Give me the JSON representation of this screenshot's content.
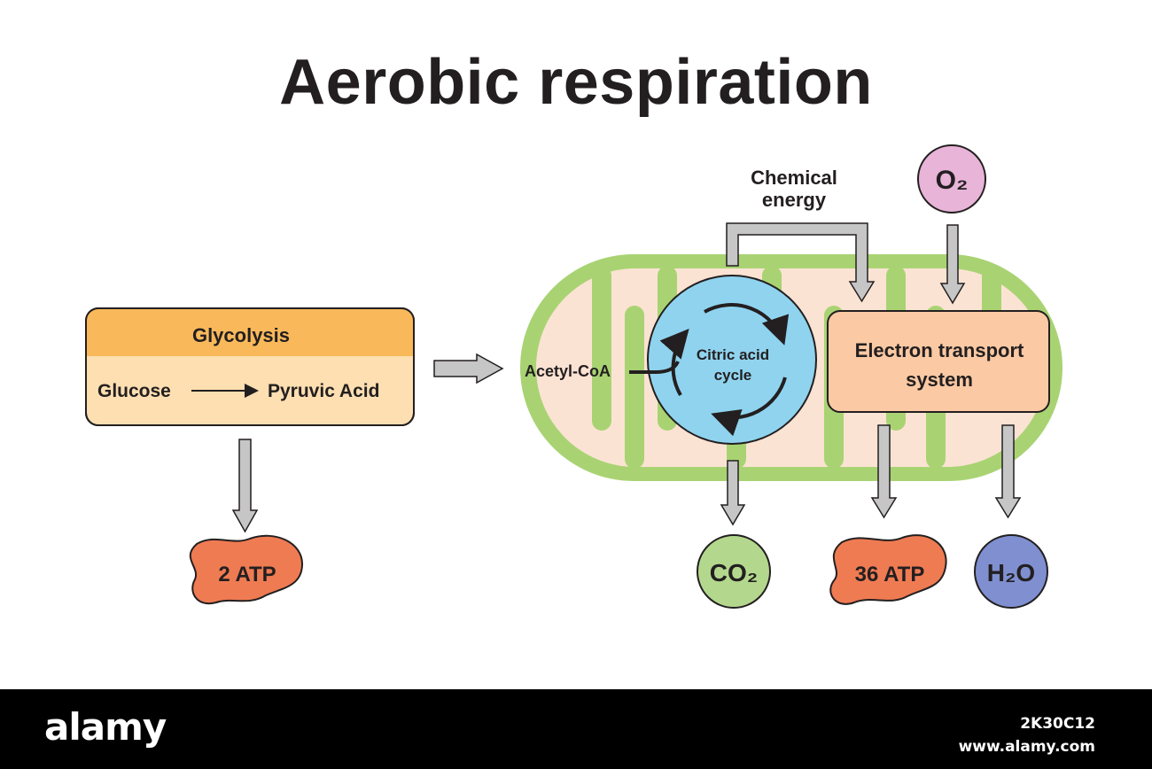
{
  "title": "Aerobic respiration",
  "glycolysis": {
    "header": "Glycolysis",
    "reactant": "Glucose",
    "product": "Pyruvic Acid",
    "yield": "2 ATP"
  },
  "mitochondrion": {
    "chemical_energy_line1": "Chemical",
    "chemical_energy_line2": "energy",
    "oxygen": "O₂",
    "input": "Acetyl-CoA",
    "cycle_line1": "Citric acid",
    "cycle_line2": "cycle",
    "ets_line1": "Electron transport",
    "ets_line2": "system",
    "co2": "CO₂",
    "atp": "36 ATP",
    "water": "H₂O"
  },
  "footer": {
    "brand": "alamy",
    "image_id": "2K30C12",
    "site": "www.alamy.com"
  },
  "colors": {
    "glycolysis_header": "#f9b95b",
    "glycolysis_body": "#fddfb1",
    "mito_outer": "#a9d373",
    "mito_inner": "#fbe3d3",
    "cycle": "#8fd3ef",
    "ets": "#fbc9a3",
    "atp": "#ef7b53",
    "co2": "#b3d88d",
    "o2": "#e8b4d8",
    "water": "#7f8fd0",
    "arrow": "#c6c6c6"
  }
}
